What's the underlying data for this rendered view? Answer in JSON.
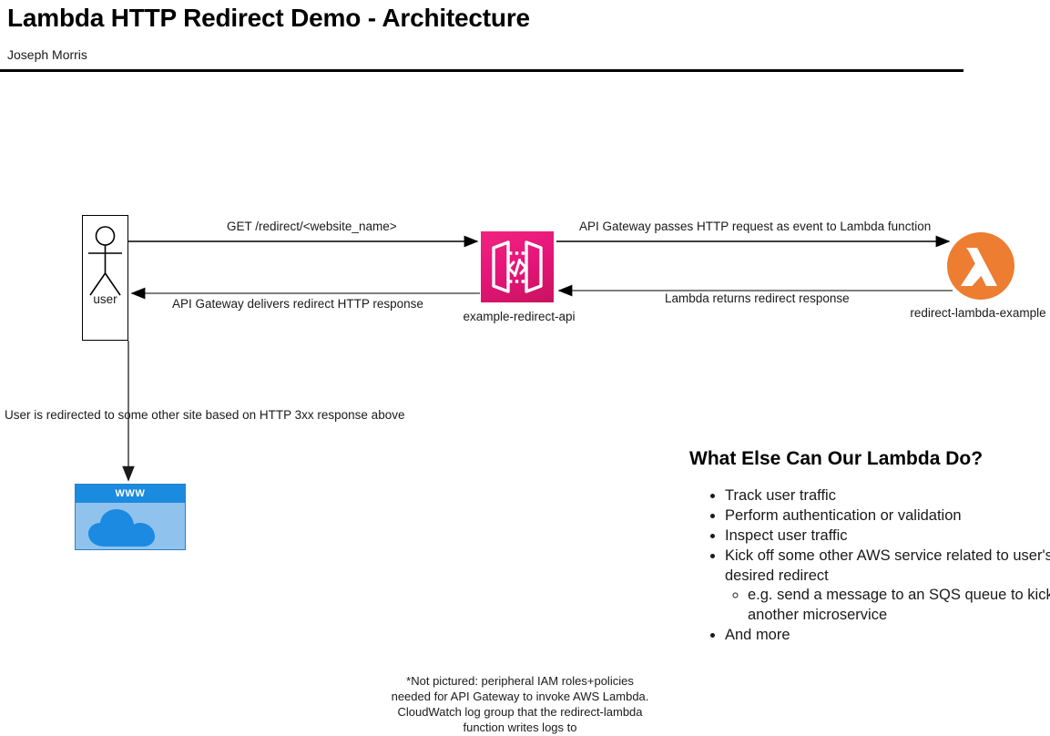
{
  "header": {
    "title": "Lambda HTTP Redirect Demo - Architecture",
    "author": "Joseph Morris"
  },
  "diagram": {
    "nodes": {
      "user": {
        "label": "user",
        "icon": "stick-figure-actor-icon"
      },
      "api_gateway": {
        "label": "example-redirect-api",
        "icon": "aws-api-gateway-icon",
        "color": "#E7157B"
      },
      "lambda": {
        "label": "redirect-lambda-example",
        "icon": "aws-lambda-icon",
        "color": "#ED7D31"
      },
      "website": {
        "label": "WWW",
        "icon": "www-cloud-browser-icon",
        "color": "#1B8BE0"
      }
    },
    "edges": {
      "user_to_api": "GET /redirect/<website_name>",
      "api_to_lambda": "API Gateway passes HTTP request as event to Lambda function",
      "lambda_to_api": "Lambda returns redirect response",
      "api_to_user": "API Gateway delivers redirect HTTP response",
      "user_to_website": "User is redirected to some other site based on HTTP 3xx response above"
    }
  },
  "what_else": {
    "title": "What Else Can Our Lambda Do?",
    "items": [
      "Track user traffic",
      "Perform authentication or validation",
      "Inspect user traffic",
      "Kick off some other AWS service related to user's desired redirect",
      "And more"
    ],
    "sub_item": "e.g. send a message to an SQS queue to kick off another microservice"
  },
  "footnote": {
    "line1": "*Not pictured: peripheral IAM roles+policies",
    "line2": "needed for API Gateway to invoke AWS Lambda.",
    "line3": "CloudWatch log group that the redirect-lambda",
    "line4": "function writes logs to"
  }
}
